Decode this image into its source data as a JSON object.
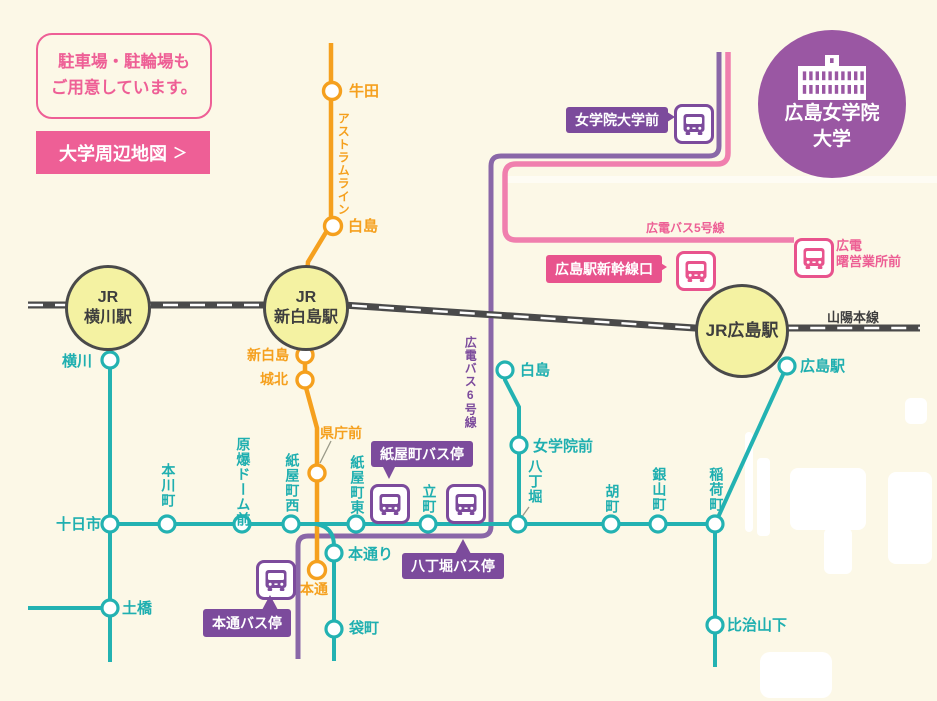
{
  "header": {
    "parking_note_line1": "駐車場・駐輪場も",
    "parking_note_line2": "ご用意しています。",
    "map_button_label": "大学周辺地図",
    "map_button_chevron": "＞"
  },
  "university": {
    "name_line1": "広島女学院",
    "name_line2": "大学"
  },
  "jr": {
    "yokogawa_line1": "JR",
    "yokogawa_line2": "横川駅",
    "shinhakushima_line1": "JR",
    "shinhakushima_line2": "新白島駅",
    "hiroshima": "JR広島駅",
    "sanyo_line": "山陽本線"
  },
  "astram": {
    "line_name": "アストラムライン",
    "ushita": "牛田",
    "hakushima": "白島",
    "shinhakushima": "新白島",
    "johoku": "城北",
    "kenchomae": "県庁前",
    "hondori": "本通"
  },
  "tram": {
    "yokogawa": "横川",
    "tokaichi": "十日市",
    "dobashi": "土橋",
    "honkawacho": "本川町",
    "genbaku_dome_mae": "原爆ドーム前",
    "kamiyacho_nishi": "紙屋町西",
    "kamiyacho_higashi": "紙屋町東",
    "tatemachi": "立町",
    "hatchobori": "八丁堀",
    "ebisucho": "胡町",
    "kanayamacho": "銀山町",
    "inarimachi": "稲荷町",
    "hakushima": "白島",
    "jogakuin_mae": "女学院前",
    "hiroshima_eki": "広島駅",
    "hijiyamashita": "比治山下",
    "hondori": "本通り",
    "fukuromachi": "袋町"
  },
  "bus": {
    "line5_label": "広電バス5号線",
    "line6_label": "広電バス6号線",
    "jogakuin_daigaku_mae": "女学院大学前",
    "shinkansen_guchi": "広島駅新幹線口",
    "kamiyacho_stop": "紙屋町バス停",
    "hatchobori_stop": "八丁堀バス停",
    "hondori_stop": "本通バス停",
    "akebono_line1": "広電",
    "akebono_line2": "曙営業所前"
  },
  "colors": {
    "background": "#FCF8E7",
    "teal_line": "#1FAFB0",
    "orange_line": "#F5A01E",
    "pink_accent": "#ED5F95",
    "pink_line": "#F07FAE",
    "purple_accent": "#7C4B9C",
    "purple_line": "#8A67A8",
    "jr_dark": "#4A4A4A",
    "station_yellow": "#F4F2A2",
    "university_purple": "#9A57A3"
  }
}
